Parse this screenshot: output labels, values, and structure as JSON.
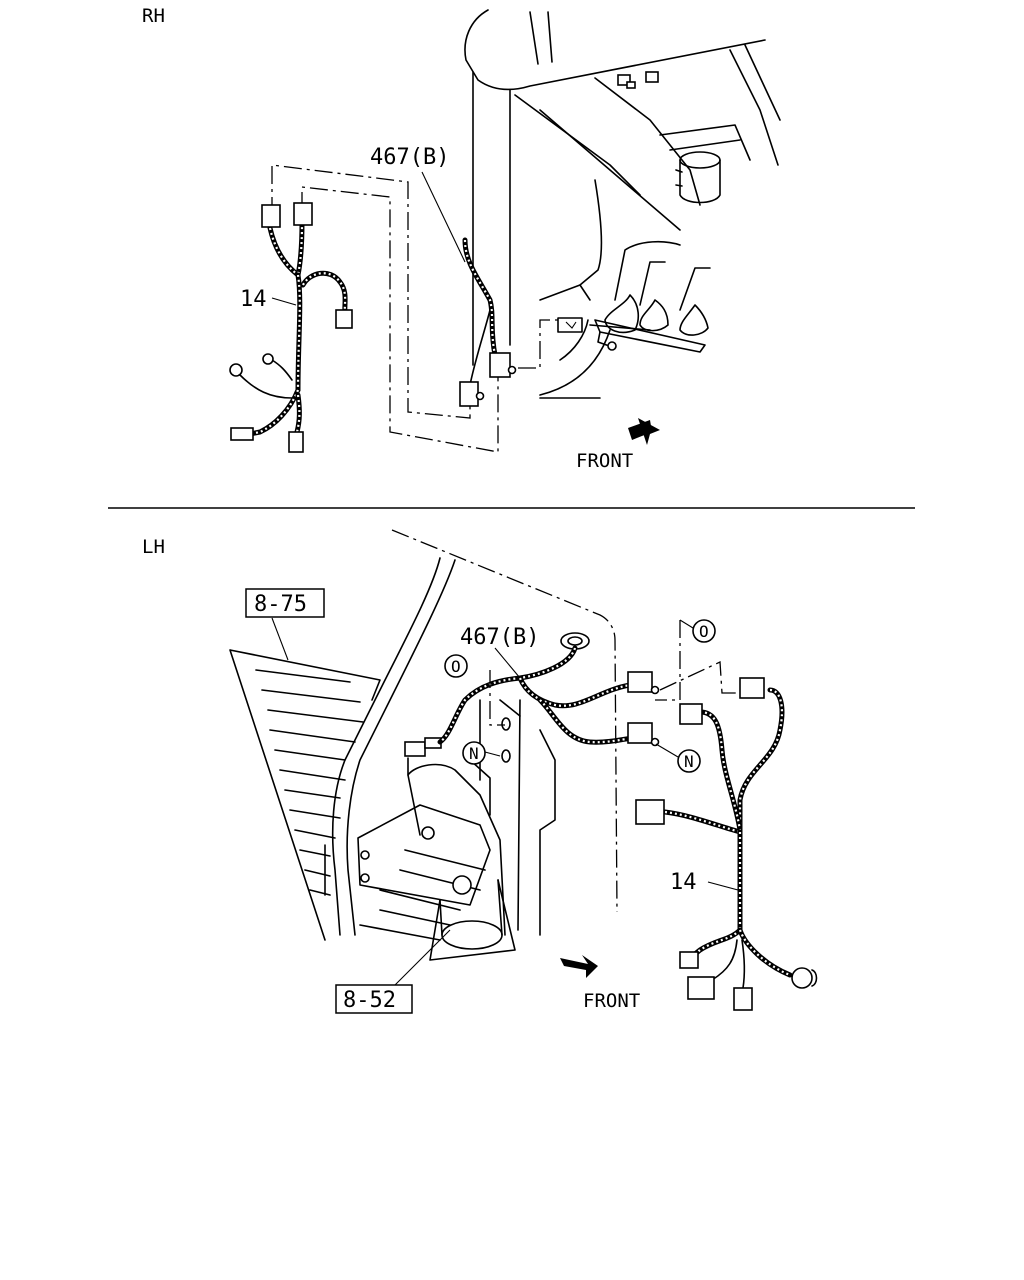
{
  "rh": {
    "section_label": "RH",
    "harness_label": "14",
    "part_label": "467(B)",
    "front_label": "FRONT"
  },
  "lh": {
    "section_label": "LH",
    "ref_top": "8-75",
    "ref_bottom": "8-52",
    "part_label": "467(B)",
    "harness_label": "14",
    "front_label": "FRONT",
    "mark_o": "O",
    "mark_n": "N"
  }
}
